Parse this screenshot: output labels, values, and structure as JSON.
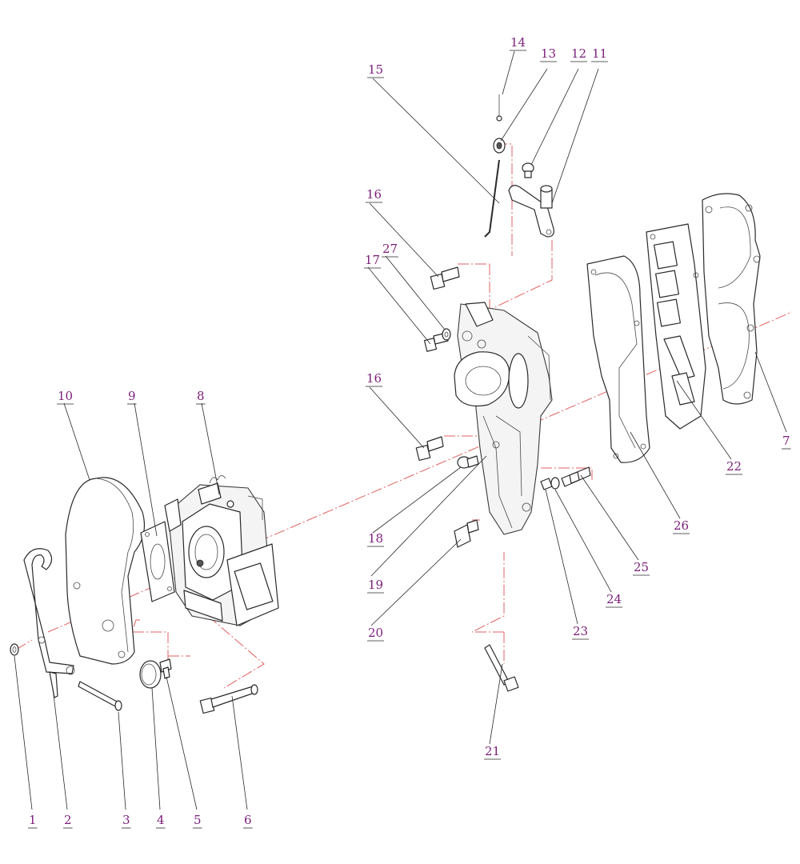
{
  "colors": {
    "callout": "#7a1f7a",
    "centerline": "#e06060",
    "outline": "#2a2a2a",
    "background": "#ffffff"
  },
  "callouts": [
    {
      "id": "c1",
      "label": "1"
    },
    {
      "id": "c2",
      "label": "2"
    },
    {
      "id": "c3",
      "label": "3"
    },
    {
      "id": "c4",
      "label": "4"
    },
    {
      "id": "c5",
      "label": "5"
    },
    {
      "id": "c6",
      "label": "6"
    },
    {
      "id": "c7",
      "label": "7"
    },
    {
      "id": "c8",
      "label": "8"
    },
    {
      "id": "c9",
      "label": "9"
    },
    {
      "id": "c10",
      "label": "10"
    },
    {
      "id": "c11",
      "label": "11"
    },
    {
      "id": "c12",
      "label": "12"
    },
    {
      "id": "c13",
      "label": "13"
    },
    {
      "id": "c14",
      "label": "14"
    },
    {
      "id": "c15",
      "label": "15"
    },
    {
      "id": "c16a",
      "label": "16"
    },
    {
      "id": "c16b",
      "label": "16"
    },
    {
      "id": "c17",
      "label": "17"
    },
    {
      "id": "c18",
      "label": "18"
    },
    {
      "id": "c19",
      "label": "19"
    },
    {
      "id": "c20",
      "label": "20"
    },
    {
      "id": "c21",
      "label": "21"
    },
    {
      "id": "c22",
      "label": "22"
    },
    {
      "id": "c23",
      "label": "23"
    },
    {
      "id": "c24",
      "label": "24"
    },
    {
      "id": "c25",
      "label": "25"
    },
    {
      "id": "c26",
      "label": "26"
    },
    {
      "id": "c27",
      "label": "27"
    }
  ]
}
